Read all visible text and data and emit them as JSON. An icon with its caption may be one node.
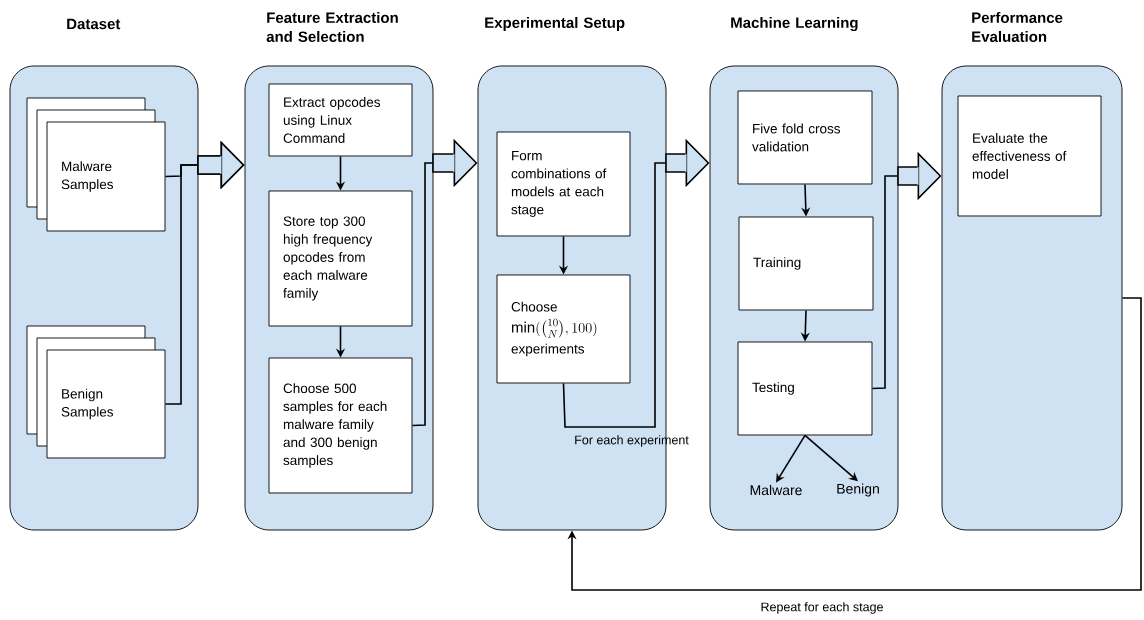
{
  "diagram": {
    "nodes": [
      {
        "text": [
          "Dataset"
        ]
      },
      {
        "text": [
          "Malware Samples"
        ],
        "in": 0
      },
      {
        "text": [
          "Benign Samples"
        ],
        "in": 0
      },
      {
        "text": [
          "Feature Extraction and Selection"
        ]
      },
      {
        "text": [
          "Extract opcodes using Linux Command"
        ],
        "in": 3
      },
      {
        "text": [
          "Store top 300 high frequency opcodes from each malware family"
        ],
        "in": 3
      },
      {
        "text": [
          "Choose 500 samples for each malware family and 300 benign samples"
        ],
        "in": 3
      },
      {
        "text": [
          "Experimental Setup"
        ]
      },
      {
        "text": [
          "Form combinations of models at each stage"
        ],
        "in": 7
      },
      {
        "text": [
          "Choose",
          "\\min(\\binom{10}{N}, 100)",
          "experiments"
        ],
        "in": 7
      },
      {
        "text": [
          "Machine Learning"
        ]
      },
      {
        "text": [
          "Five fold cross validation"
        ],
        "in": 10
      },
      {
        "text": [
          "Training"
        ],
        "in": 10
      },
      {
        "text": [
          "Testing"
        ],
        "in": 10
      },
      {
        "text": [
          "Malware"
        ],
        "in": 10
      },
      {
        "text": [
          "Benign"
        ],
        "in": 10
      },
      {
        "text": [
          "Performance Evaluation"
        ]
      },
      {
        "text": [
          "Evaluate the effectiveness of model"
        ],
        "in": 16
      }
    ],
    "edges": [
      {
        "from": 1,
        "to": 3,
        "arrow": "to"
      },
      {
        "from": 2,
        "to": 3,
        "arrow": "to"
      },
      {
        "from": 4,
        "to": 5,
        "arrow": "to"
      },
      {
        "from": 5,
        "to": 6,
        "arrow": "to"
      },
      {
        "from": 6,
        "to": 7,
        "arrow": "to"
      },
      {
        "from": 8,
        "to": 9,
        "arrow": "to"
      },
      {
        "from": 9,
        "to": 10,
        "arrow": "to",
        "label": "For each experiment"
      },
      {
        "from": 11,
        "to": 12,
        "arrow": "to"
      },
      {
        "from": 12,
        "to": 13,
        "arrow": "to"
      },
      {
        "from": 13,
        "to": 14,
        "arrow": "to"
      },
      {
        "from": 13,
        "to": 15,
        "arrow": "to"
      },
      {
        "from": 13,
        "to": 16,
        "arrow": "to"
      },
      {
        "from": 16,
        "to": 7,
        "arrow": "to",
        "label": "Repeat for each stage"
      }
    ]
  }
}
